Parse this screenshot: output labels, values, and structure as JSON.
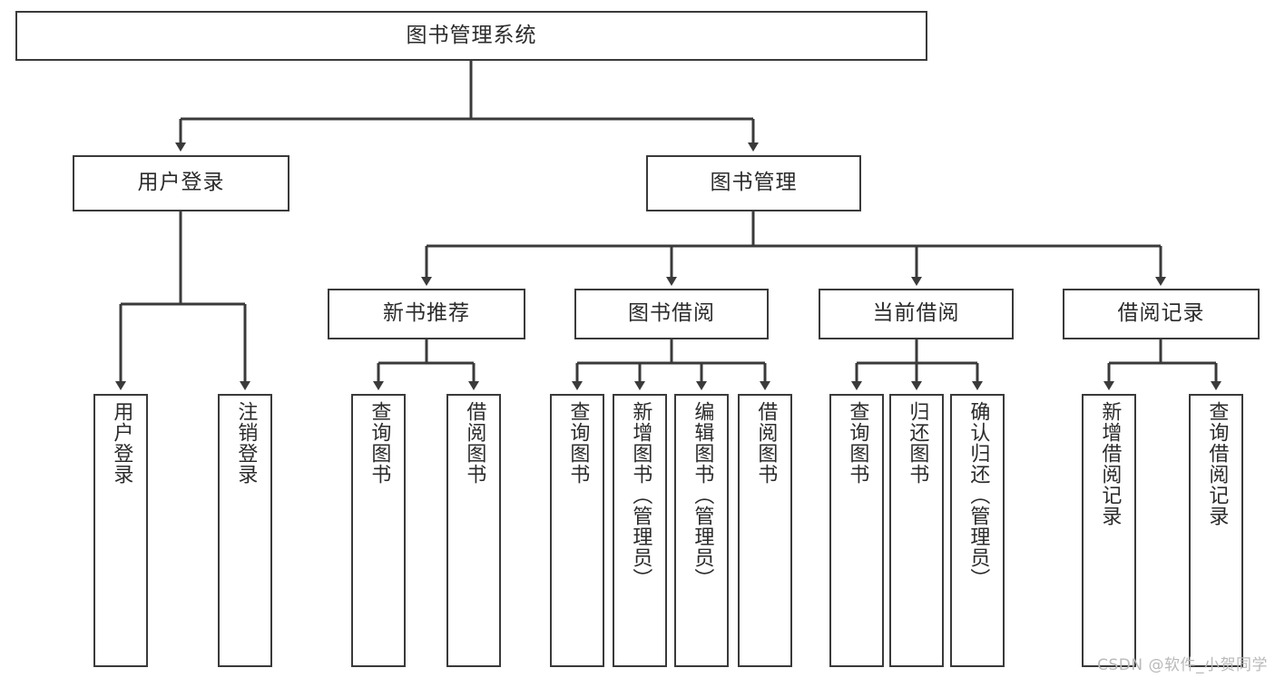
{
  "diagram": {
    "title": "图书管理系统",
    "watermark": "CSDN @软件_小贺同学",
    "line_color": "#3a3a3a",
    "box_fill": "#ffffff",
    "text_color": "#2b2b2b",
    "root": {
      "label": "图书管理系统"
    },
    "level2": [
      {
        "id": "user-login",
        "label": "用户登录"
      },
      {
        "id": "book-management",
        "label": "图书管理"
      }
    ],
    "level3": [
      {
        "id": "new-book-recommend",
        "label": "新书推荐",
        "parent": "book-management"
      },
      {
        "id": "book-borrow",
        "label": "图书借阅",
        "parent": "book-management"
      },
      {
        "id": "current-borrow",
        "label": "当前借阅",
        "parent": "book-management"
      },
      {
        "id": "borrow-record",
        "label": "借阅记录",
        "parent": "book-management"
      }
    ],
    "leaves": [
      {
        "id": "leaf-user-login",
        "label": "用户登录",
        "parent": "user-login"
      },
      {
        "id": "leaf-user-logout",
        "label": "注销登录",
        "parent": "user-login"
      },
      {
        "id": "leaf-query-book-1",
        "label": "查询图书",
        "parent": "new-book-recommend"
      },
      {
        "id": "leaf-borrow-book-1",
        "label": "借阅图书",
        "parent": "new-book-recommend"
      },
      {
        "id": "leaf-query-book-2",
        "label": "查询图书",
        "parent": "book-borrow"
      },
      {
        "id": "leaf-add-book",
        "label": "新增图书（管理员）",
        "parent": "book-borrow"
      },
      {
        "id": "leaf-edit-book",
        "label": "编辑图书（管理员）",
        "parent": "book-borrow"
      },
      {
        "id": "leaf-borrow-book-2",
        "label": "借阅图书",
        "parent": "book-borrow"
      },
      {
        "id": "leaf-query-book-3",
        "label": "查询图书",
        "parent": "current-borrow"
      },
      {
        "id": "leaf-return-book",
        "label": "归还图书",
        "parent": "current-borrow"
      },
      {
        "id": "leaf-confirm-return",
        "label": "确认归还（管理员）",
        "parent": "current-borrow"
      },
      {
        "id": "leaf-add-record",
        "label": "新增借阅记录",
        "parent": "borrow-record"
      },
      {
        "id": "leaf-query-record",
        "label": "查询借阅记录",
        "parent": "borrow-record"
      }
    ]
  }
}
